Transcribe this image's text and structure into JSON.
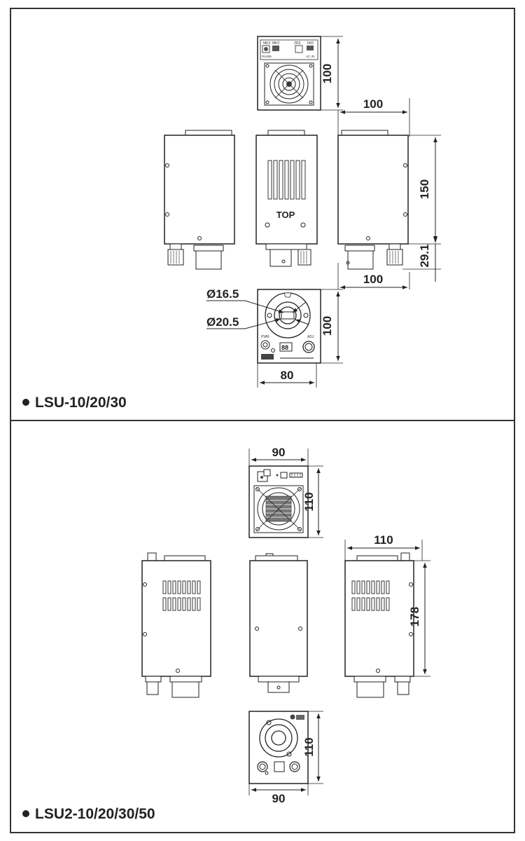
{
  "sections": [
    {
      "model_label": "LSU-10/20/30",
      "dims": {
        "rear_height": "100",
        "side_width": "100",
        "body_length": "150",
        "connector_length": "29.1",
        "front_width": "100",
        "front_height": "100",
        "bottom_width": "80",
        "inner_diameter": "Ø16.5",
        "outer_diameter": "Ø20.5"
      },
      "top_label": "TOP",
      "rear_panel_text": [
        "MK3",
        "MK2",
        "ZR3",
        "1M3",
        "RS485",
        "AC IN"
      ],
      "front_panel_text": [
        "PWR",
        "ADJ"
      ]
    },
    {
      "model_label": "LSU2-10/20/30/50",
      "dims": {
        "rear_width": "90",
        "rear_height": "110",
        "side_width": "110",
        "body_length": "178",
        "front_height": "110",
        "front_width": "90"
      }
    }
  ]
}
